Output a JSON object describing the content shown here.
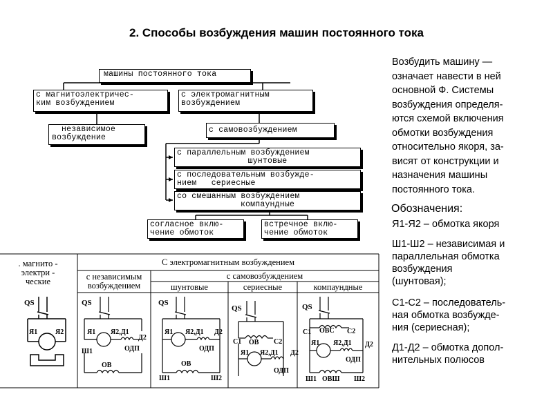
{
  "title": "2. Способы возбуждения машин постоянного тока",
  "tree": {
    "root": "машины постоянного тока",
    "magneto": [
      "с магнитоэлектричес-",
      "ким возбуждением"
    ],
    "electro": [
      "с электромагнитным",
      "возбуждением"
    ],
    "independent": [
      "независимое",
      "возбуждение"
    ],
    "self": "с самовозбуждением",
    "parallel": [
      "с параллельным возбуждением",
      "шунтовые"
    ],
    "series": [
      "с последовательным возбужде-",
      "нием   сериесные"
    ],
    "mixed": [
      "со смешанным возбуждением",
      "компаундные"
    ],
    "cumulative": [
      "согласное вклю-",
      "чение обмоток"
    ],
    "differential": [
      "встречное вклю-",
      "чение обмоток"
    ]
  },
  "table": {
    "col1": ". магнито -\nэлектри -\nческие",
    "top_header": "С электромагнитным возбуждением",
    "indep_header": "с независимым\nвозбуждением",
    "self_header": "с самовозбуждением",
    "sub_headers": [
      "шунтовые",
      "сериесные",
      "компаундные"
    ]
  },
  "circuit_labels": {
    "qs": "QS",
    "ya1": "Я1",
    "ya2": "Я2",
    "ya2d1": "Я2,Д1",
    "d2": "Д2",
    "sh1": "Ш1",
    "sh2": "Ш2",
    "ov": "ОВ",
    "odp": "ОДП",
    "c1": "С1",
    "c2": "С2",
    "ovs": "ОВС",
    "ovsh": "ОВШ"
  },
  "side": {
    "intro": [
      "Возбудить машину —",
      "означает навести в ней",
      "основной Ф. Системы",
      "возбуждения определя-",
      "ются схемой включения",
      "обмотки возбуждения",
      "относительно якоря, за-",
      "висят от конструкции и",
      "назначения машины",
      "постоянного тока."
    ],
    "legend_title": "Обозначения:",
    "items": [
      [
        "Я1-Я2 – обмотка якоря"
      ],
      [
        "Ш1-Ш2 – независимая и",
        "параллельная обмотка",
        "возбуждения",
        "(шунтовая);"
      ],
      [
        "С1-С2 – последователь-",
        "ная обмотка возбужде-",
        "ния (сериесная);"
      ],
      [
        "Д1-Д2 – обмотка допол-",
        "нительных полюсов"
      ]
    ]
  }
}
